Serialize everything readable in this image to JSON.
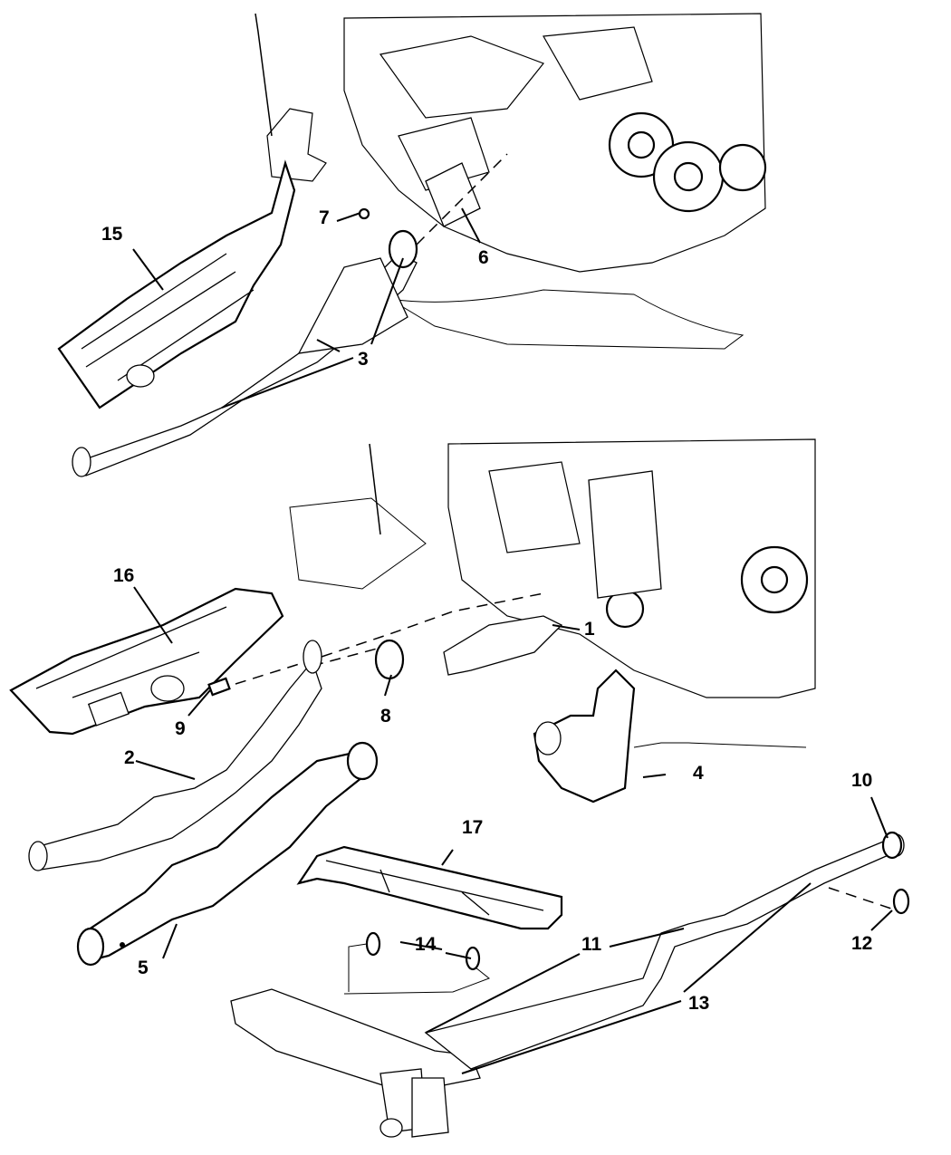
{
  "diagram": {
    "title": "Exhaust System Parts Diagram",
    "callouts": [
      {
        "id": "c1",
        "label": "1"
      },
      {
        "id": "c2",
        "label": "2"
      },
      {
        "id": "c3",
        "label": "3"
      },
      {
        "id": "c4",
        "label": "4"
      },
      {
        "id": "c5",
        "label": "5"
      },
      {
        "id": "c6",
        "label": "6"
      },
      {
        "id": "c7",
        "label": "7"
      },
      {
        "id": "c8",
        "label": "8"
      },
      {
        "id": "c9",
        "label": "9"
      },
      {
        "id": "c10",
        "label": "10"
      },
      {
        "id": "c11",
        "label": "11"
      },
      {
        "id": "c12",
        "label": "12"
      },
      {
        "id": "c13",
        "label": "13"
      },
      {
        "id": "c14",
        "label": "14"
      },
      {
        "id": "c15",
        "label": "15"
      },
      {
        "id": "c16",
        "label": "16"
      },
      {
        "id": "c17",
        "label": "17"
      }
    ],
    "parts": [
      {
        "name": "engine-assembly-upper"
      },
      {
        "name": "engine-assembly-lower"
      },
      {
        "name": "heat-shield-15"
      },
      {
        "name": "heat-shield-16"
      },
      {
        "name": "heat-shield-17"
      },
      {
        "name": "catalytic-converter-3"
      },
      {
        "name": "catalytic-converter-2"
      },
      {
        "name": "catalytic-converter-5"
      },
      {
        "name": "catalytic-converter-4"
      },
      {
        "name": "muffler-resonator-assembly"
      }
    ]
  }
}
